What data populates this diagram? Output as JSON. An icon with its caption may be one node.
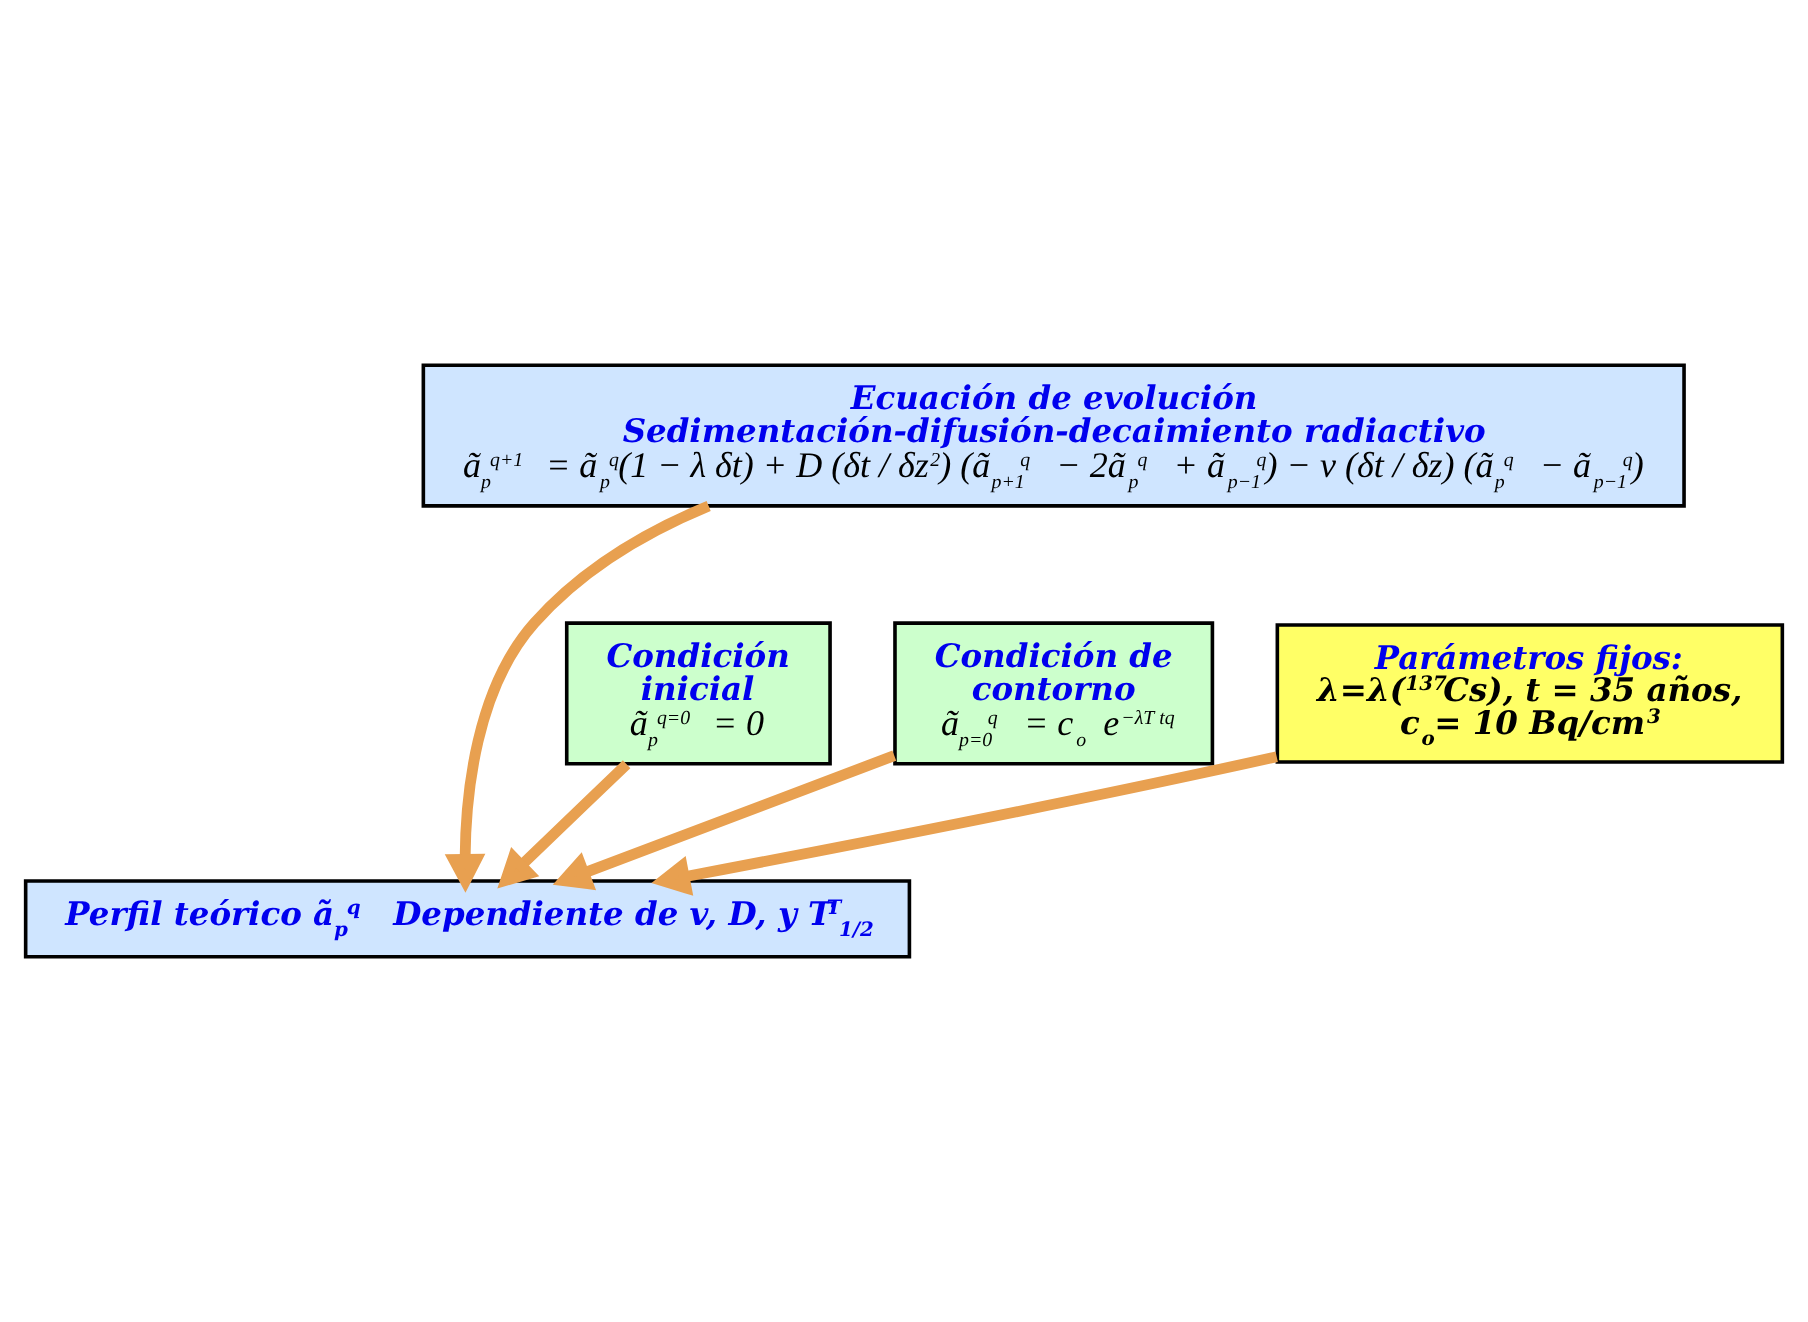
{
  "diagram": {
    "nodes": [
      {
        "text": [
          "Ecuación de evolución",
          "Sedimentación-difusión-decaimiento radiactivo",
          "ã$_{p}$$^{q+1}$ = ã$_{p}$$^{q}$(1 − λ δt) + D (δt / δz$^{2}$) (ã$_{p+1}$$^{q}$ − 2ã$_{p}$$^{q}$ + ã$_{p−1}$$^{q}$) − v (δt / δz) (ã$_{p}$$^{q}$ − ã$_{p−1}$$^{q}$)"
        ]
      },
      {
        "text": [
          "Condición inicial",
          "ã$_{p}$$^{q=0}$ = 0"
        ]
      },
      {
        "text": [
          "Condición de contorno",
          "ã$_{p=0}$$^{q}$ = c$_{o}$ e$^{−λT tq}$"
        ]
      },
      {
        "text": [
          "Parámetros fijos:",
          "λ=λ($^{137}$Cs), t = 35 años, c$_{o}$= 10 Bq/cm$^{3}$"
        ]
      },
      {
        "text": [
          "Perfil teórico ã$_{p}$$^{q}$ Dependiente de v, D, y T$^{T}$$_{1/2}$"
        ]
      }
    ],
    "edges": [
      {
        "from": 0,
        "to": 4,
        "arrow": "to"
      },
      {
        "from": 1,
        "to": 4,
        "arrow": "to"
      },
      {
        "from": 2,
        "to": 4,
        "arrow": "to"
      },
      {
        "from": 3,
        "to": 4,
        "arrow": "to"
      }
    ]
  }
}
